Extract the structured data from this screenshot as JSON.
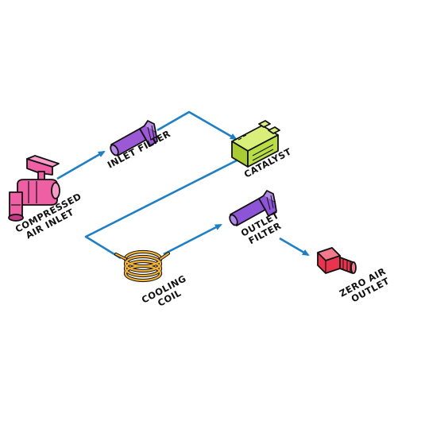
{
  "colors": {
    "flow_line": "#1f7fc4",
    "inlet_valve": "#ee5fa4",
    "inlet_filter": "#9b59d6",
    "catalyst": "#b8dd45",
    "cooling_coil": "#f2b23a",
    "outlet_filter": "#8e54d8",
    "zero_air_outlet": "#e8344c",
    "outline": "#111111"
  },
  "labels": {
    "compressed_air_inlet": [
      "COMPRESSED",
      "AIR INLET"
    ],
    "inlet_filter": [
      "INLET FILTER"
    ],
    "catalyst": [
      "CATALYST"
    ],
    "cooling_coil": [
      "COOLING",
      "COIL"
    ],
    "outlet_filter": [
      "OUTLET",
      "FILTER"
    ],
    "zero_air_outlet": [
      "ZERO AIR",
      "OUTLET"
    ]
  },
  "icons": [
    "valve-icon",
    "filter-icon",
    "catalyst-icon",
    "coil-icon",
    "filter-icon",
    "fitting-icon"
  ]
}
